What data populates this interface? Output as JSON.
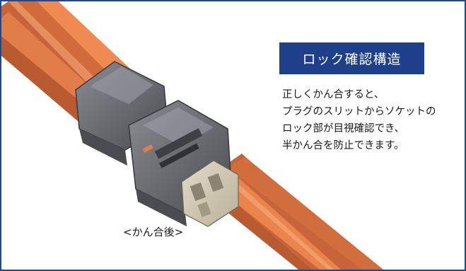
{
  "title": "ロック確認構造",
  "description_lines": [
    "正しくかん合すると、",
    "プラグのスリットからソケットの",
    "ロック部が目視確認でき、",
    "半かん合を防止できます。"
  ],
  "caption": "<かん合後>",
  "colors": {
    "border": "#1e4a8c",
    "title_bg": "#1e3f8a",
    "title_text": "#ffffff",
    "wire": "#d5703a",
    "connector": "#6e7075"
  }
}
